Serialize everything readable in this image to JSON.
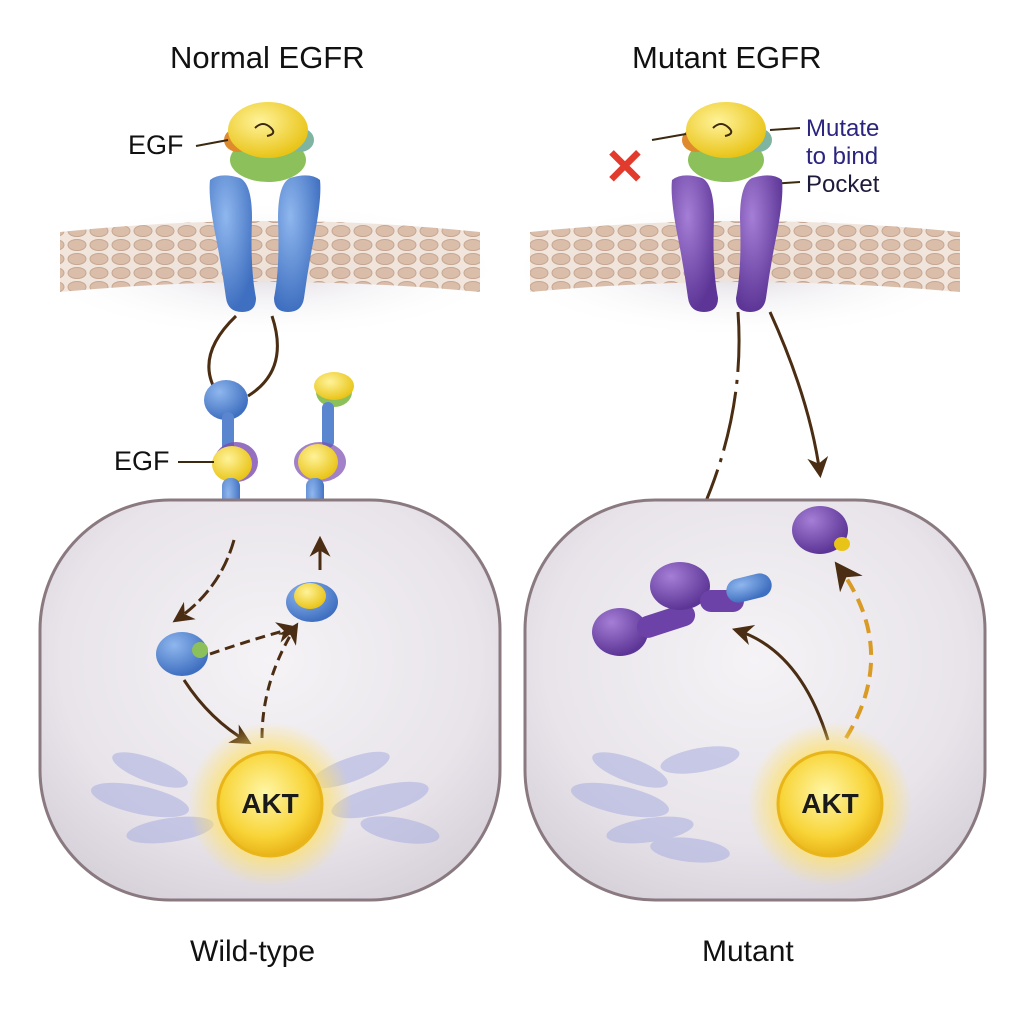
{
  "panels": {
    "left": {
      "title": "Normal EGFR",
      "egf_top": "EGF",
      "egf_mid": "EGF",
      "akt": "AKT",
      "caption": "Wild-type",
      "receptor_color": "#4a7fcf"
    },
    "right": {
      "title": "Mutant EGFR",
      "note_lines": [
        "Mutate",
        "to bind",
        "Pocket"
      ],
      "blocked_mark": "✕",
      "akt": "AKT",
      "caption": "Mutant",
      "receptor_color": "#7b4bb0"
    }
  },
  "colors": {
    "egf_ligand": "#f5d93a",
    "ligand_base": "#8cc05a",
    "membrane": "#d8b9a4",
    "arrow": "#4a2d12",
    "blocked": "#e23b2e",
    "akt_glow": "#ffd84a"
  }
}
